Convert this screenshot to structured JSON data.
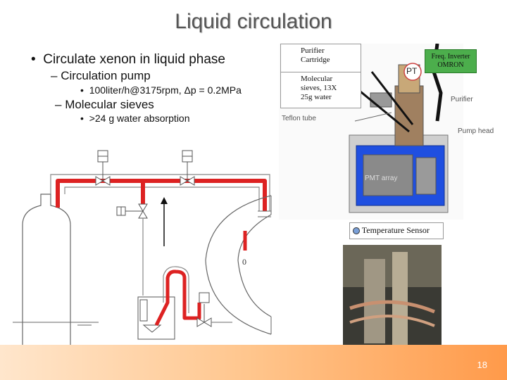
{
  "slide": {
    "title": "Liquid circulation",
    "bullets": {
      "b1": "Circulate xenon in liquid phase",
      "b1_sub1": "Circulation pump",
      "b1_sub1_detail": "100liter/h@3175rpm, Δp = 0.2MPa",
      "b1_sub2": "Molecular sieves",
      "b1_sub2_detail": ">24 g water absorption"
    },
    "diagram": {
      "valve_label": "0"
    },
    "photo": {
      "purifier_cartridge": "Purifier\nCartridge",
      "molecular_sieves": "Molecular\nsieves, 13X\n25g water",
      "freq_inverter": "Freq. Inverter\nOMRON",
      "pt": "PT",
      "purifier": "Purifier",
      "teflon_tube": "Teflon tube",
      "pump_head": "Pump head",
      "pmt_array": "PMT array",
      "temperature_sensor": "Temperature Sensor"
    },
    "page_number": "18"
  },
  "colors": {
    "title": "#555555",
    "pipe_red": "#dd2222",
    "footer_orange": "#ff9a4a",
    "vessel_blue": "#1f4fe0"
  }
}
